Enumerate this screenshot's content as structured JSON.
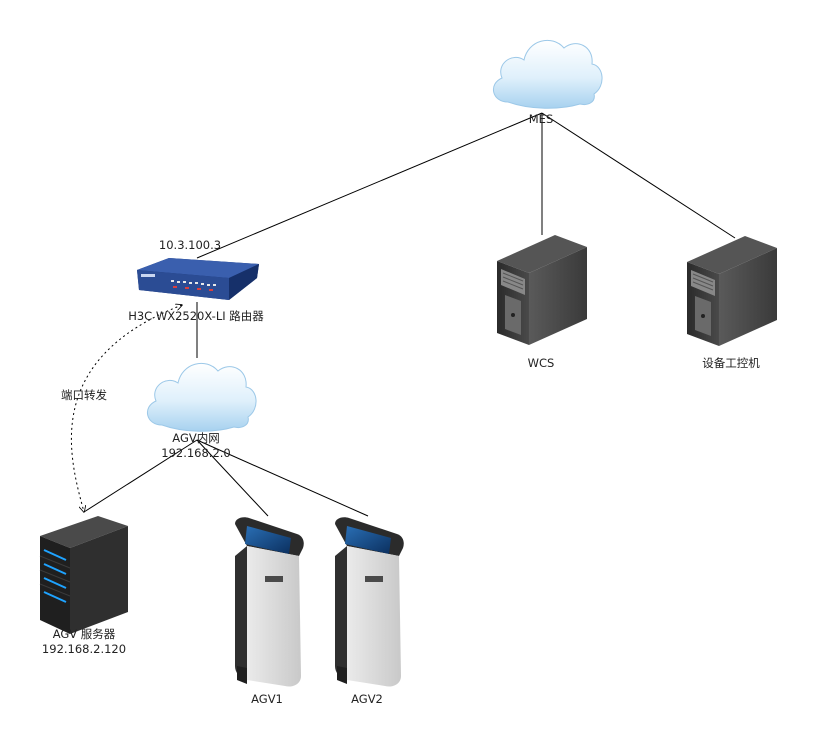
{
  "nodes": {
    "mes": {
      "label": "MES"
    },
    "router": {
      "ip": "10.3.100.3",
      "label": "H3C WX2520X-LI 路由器"
    },
    "wcs": {
      "label": "WCS"
    },
    "ipc": {
      "label": "设备工控机"
    },
    "agv_lan": {
      "label": "AGV内网",
      "subnet": "192.168.2.0"
    },
    "agv_server": {
      "label": "AGV 服务器",
      "ip": "192.168.2.120"
    },
    "agv1": {
      "label": "AGV1"
    },
    "agv2": {
      "label": "AGV2"
    }
  },
  "edges": {
    "port_forward": {
      "label": "端口转发"
    }
  },
  "colors": {
    "line": "#000000",
    "cloud_top": "#ffffff",
    "cloud_bottom": "#a9d3f0",
    "server_dark": "#3a3a3a",
    "router_blue": "#2e4f9a",
    "kiosk_gray": "#d8d8d8",
    "led_blue": "#1fa3ff"
  }
}
